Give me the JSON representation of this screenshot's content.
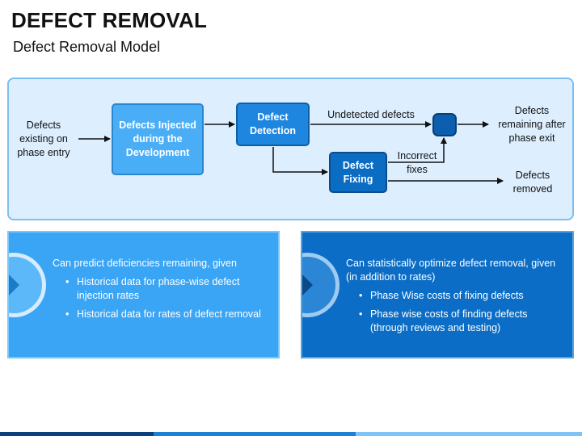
{
  "header": {
    "title": "DEFECT REMOVAL",
    "subtitle": "Defect Removal Model"
  },
  "diagram": {
    "input_label": "Defects\nexisting on\nphase entry",
    "injected_box": "Defects Injected\nduring the\nDevelopment",
    "detection_box": "Defect\nDetection",
    "fixing_box": "Defect\nFixing",
    "undetected_label": "Undetected defects",
    "incorrect_fixes_label": "Incorrect\nfixes",
    "remaining_label": "Defects\nremaining after\nphase exit",
    "removed_label": "Defects\nremoved"
  },
  "cards": {
    "left": {
      "heading": "Can predict deficiencies remaining, given",
      "bullets": [
        "Historical data for phase-wise defect injection rates",
        "Historical data for rates of defect removal"
      ]
    },
    "right": {
      "heading": "Can statistically optimize defect removal, given (in addition to rates)",
      "bullets": [
        "Phase Wise costs of fixing defects",
        "Phase wise costs of finding defects (through reviews and testing)"
      ]
    }
  },
  "colors": {
    "panel_bg": "#ddeefe",
    "injected": "#4aaef7",
    "detection": "#1f86e0",
    "fixing": "#0b6cc4",
    "junction": "#0b5fae",
    "card_left": "#3aa5f5",
    "card_right": "#0b6dc6"
  },
  "icons": {
    "card_marker": "chevron-right-icon",
    "junction": "junction-node"
  }
}
